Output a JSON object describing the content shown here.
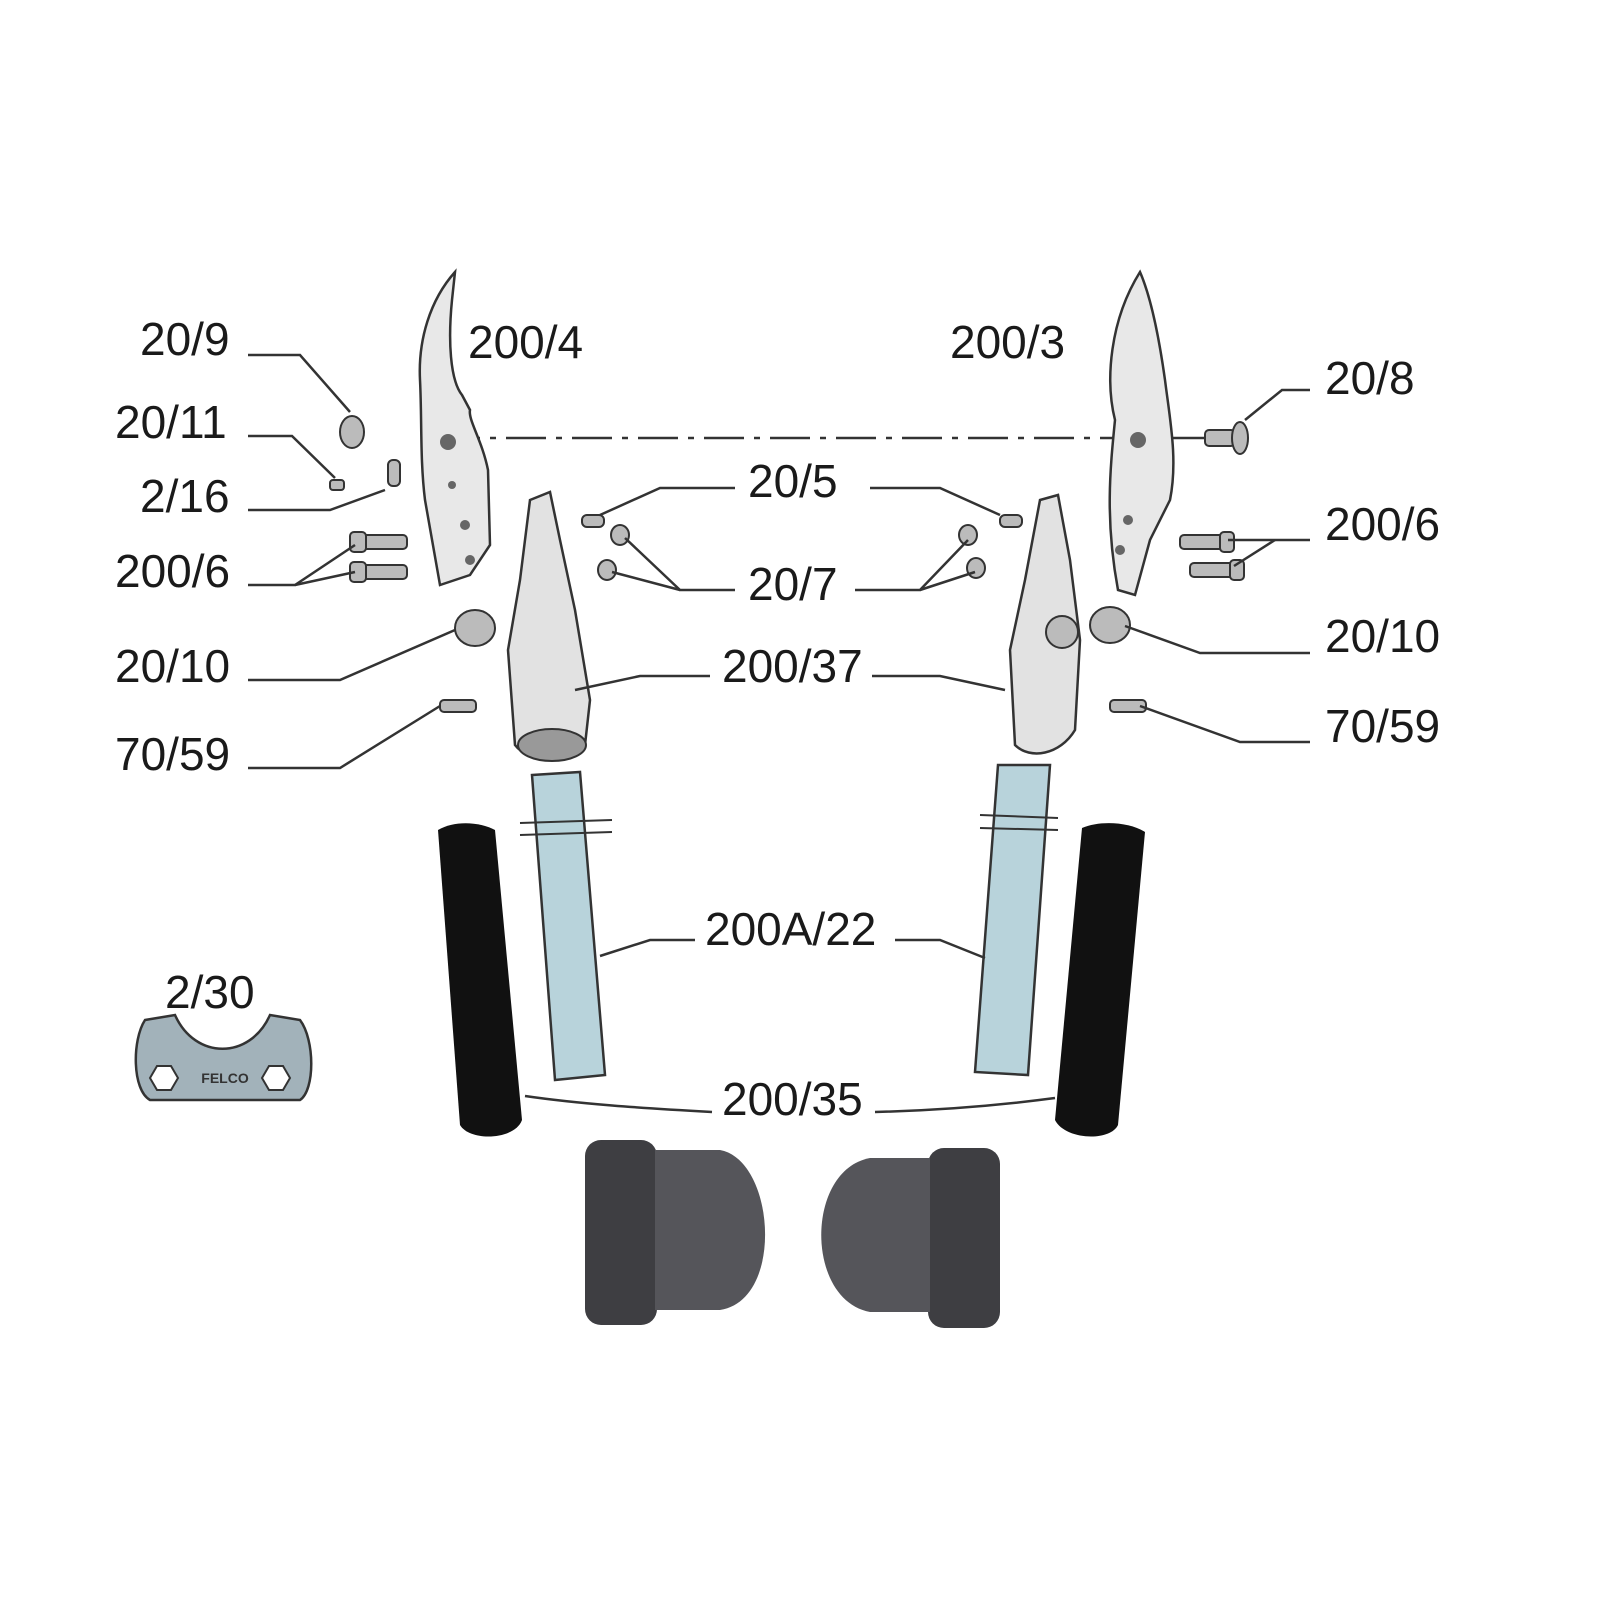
{
  "title": "Exploded parts diagram - pruning shear spare parts",
  "labels": {
    "p20_9": "20/9",
    "p200_4": "200/4",
    "p20_11": "20/11",
    "p2_16": "2/16",
    "p200_6_left": "200/6",
    "p20_10_left": "20/10",
    "p70_59_left": "70/59",
    "p20_5": "20/5",
    "p20_7": "20/7",
    "p200_37": "200/37",
    "p200_3": "200/3",
    "p20_8": "20/8",
    "p200_6_right": "200/6",
    "p20_10_right": "20/10",
    "p70_59_right": "70/59",
    "p200A_22": "200A/22",
    "p200_35": "200/35",
    "p2_30": "2/30"
  },
  "wrench_logo": "FELCO",
  "colors": {
    "blade": "#e6e6e6",
    "tube": "#b8d3db",
    "grip": "#111111",
    "cap": "#4a4a4e",
    "wrench": "#9fb0b8"
  }
}
